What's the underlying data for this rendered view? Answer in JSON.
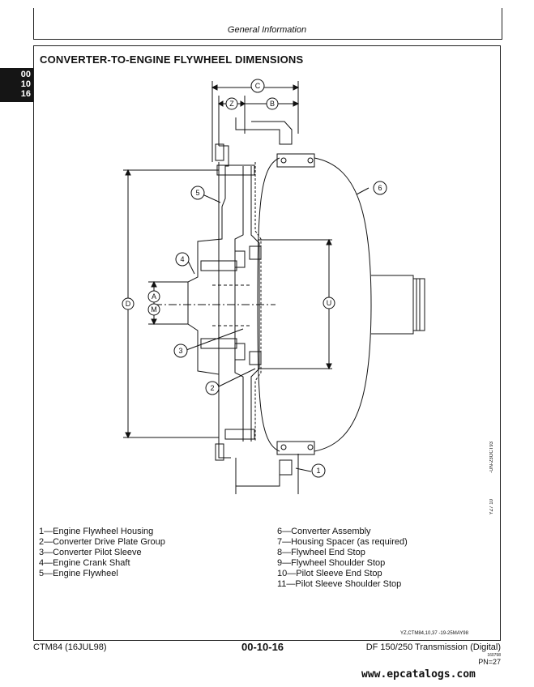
{
  "header": {
    "section_title": "General Information"
  },
  "side_tab": {
    "lines": [
      "00",
      "10",
      "16"
    ]
  },
  "title": "CONVERTER-TO-ENGINE FLYWHEEL DIMENSIONS",
  "diagram": {
    "dimension_letters": [
      "C",
      "Z",
      "B",
      "D",
      "A",
      "M",
      "U"
    ],
    "callouts": [
      "1",
      "2",
      "3",
      "4",
      "5",
      "6"
    ]
  },
  "legend_left": [
    "1—Engine Flywheel Housing",
    "2—Converter Drive Plate Group",
    "3—Converter Pilot Sleeve",
    "4—Engine Crank Shaft",
    "5—Engine Flywheel"
  ],
  "legend_right": [
    "6—Converter Assembly",
    "7—Housing Spacer (as required)",
    "8—Flywheel End Stop",
    "9—Flywheel Shoulder Stop",
    "10—Pilot Sleeve End Stop",
    "11—Pilot Sleeve Shoulder Stop"
  ],
  "figure_code": "YZ,CTM84,10,37 -19-25MAY98",
  "side_codes": [
    "-UN-23OCT93",
    "YZ7 10"
  ],
  "footer": {
    "left": "CTM84 (16JUL98)",
    "center": "00-10-16",
    "right": "DF 150/250 Transmission (Digital)",
    "date": "160798",
    "pn": "PN=27"
  },
  "watermark": "www.epcatalogs.com"
}
